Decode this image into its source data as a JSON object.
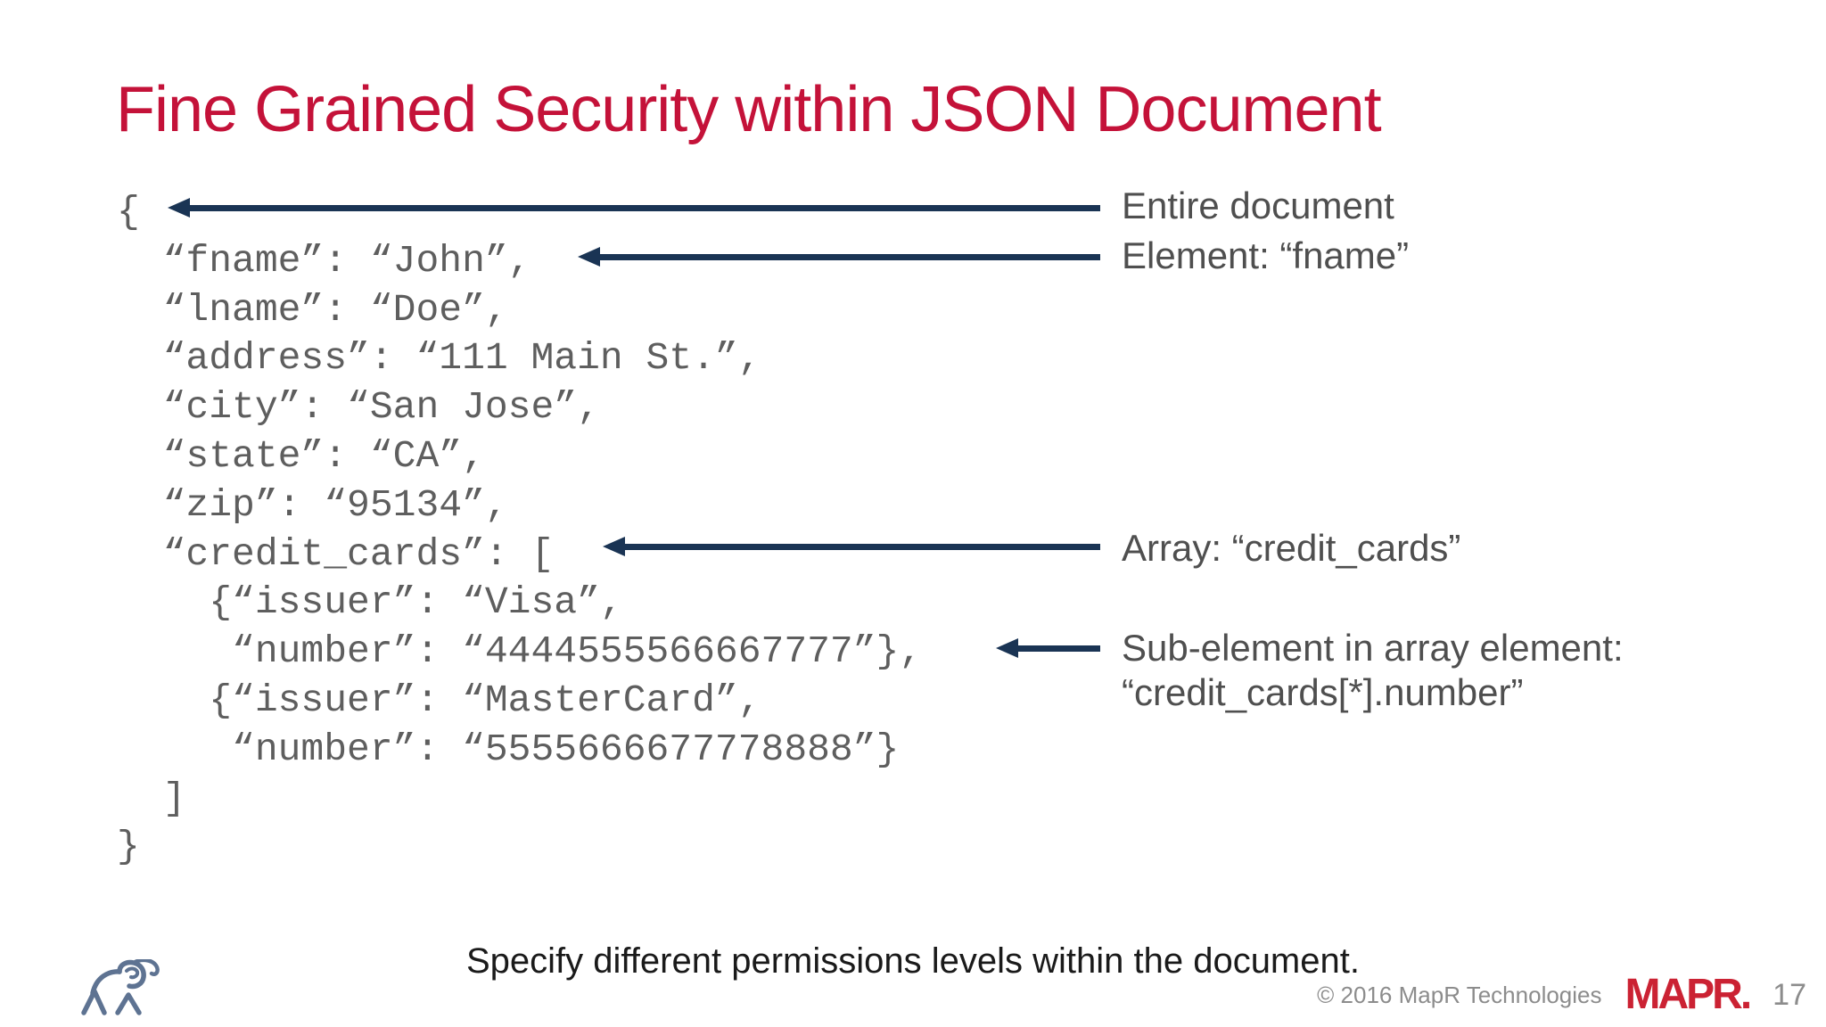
{
  "slide": {
    "title": "Fine Grained Security within JSON Document",
    "caption": "Specify different permissions levels within the document."
  },
  "document": {
    "lines": [
      "{",
      "  “fname”: “John”,",
      "  “lname”: “Doe”,",
      "  “address”: “111 Main St.”,",
      "  “city”: “San Jose”,",
      "  “state”: “CA”,",
      "  “zip”: “95134”,",
      "  “credit_cards”: [",
      "    {“issuer”: “Visa”,",
      "     “number”: “4444555566667777”},",
      "    {“issuer”: “MasterCard”,",
      "     “number”: “5555666677778888”}",
      "  ]",
      "}"
    ]
  },
  "annotations": [
    {
      "text": "Entire document"
    },
    {
      "text": "Element: “fname”"
    },
    {
      "text": "Array: “credit_cards”"
    },
    {
      "text": "Sub-element in array element:",
      "text2": "“credit_cards[*].number”"
    }
  ],
  "footer": {
    "copyright": "© 2016 MapR Technologies",
    "brand": "MAPR.",
    "page_number": "17"
  },
  "icons": {
    "bottom_left_logo": "mapr-elephant-icon"
  },
  "colors": {
    "title_red": "#C41239",
    "brand_red": "#CB2233",
    "arrow_navy": "#1A3454",
    "code_gray": "#5E5E5E",
    "label_gray": "#4F4F4F",
    "caption_black": "#1A1A1A",
    "footer_gray": "#8C8C8C",
    "elephant_slate": "#5E7392"
  }
}
